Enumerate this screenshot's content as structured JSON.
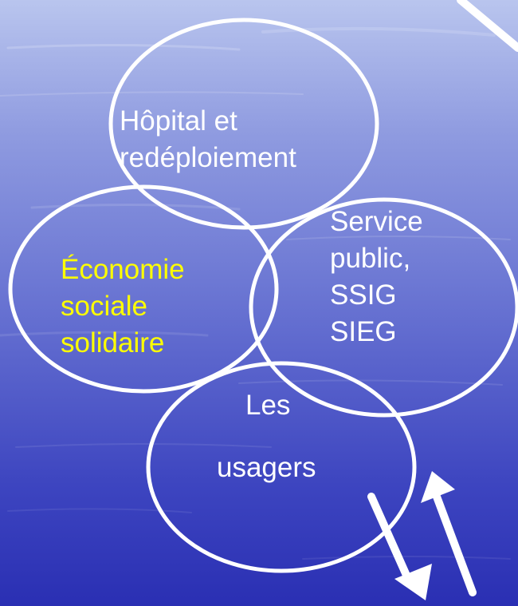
{
  "colors": {
    "background_top": "#b6c2ec",
    "background_mid": "#6a75d2",
    "background_bottom": "#2f34b8",
    "circle_stroke": "#ffffff",
    "highlight_text": "#ffff00",
    "default_text": "#ffffff"
  },
  "diagram": {
    "circles": {
      "hopital": "Hôpital et\nredéploiement",
      "economie": "Économie\nsociale\nsolidaire",
      "service_public": "Service\npublic,\nSSIG\nSIEG",
      "usagers_line1": "Les",
      "usagers_line2": "usagers"
    },
    "arrows": [
      "arrow-down",
      "arrow-up"
    ]
  }
}
